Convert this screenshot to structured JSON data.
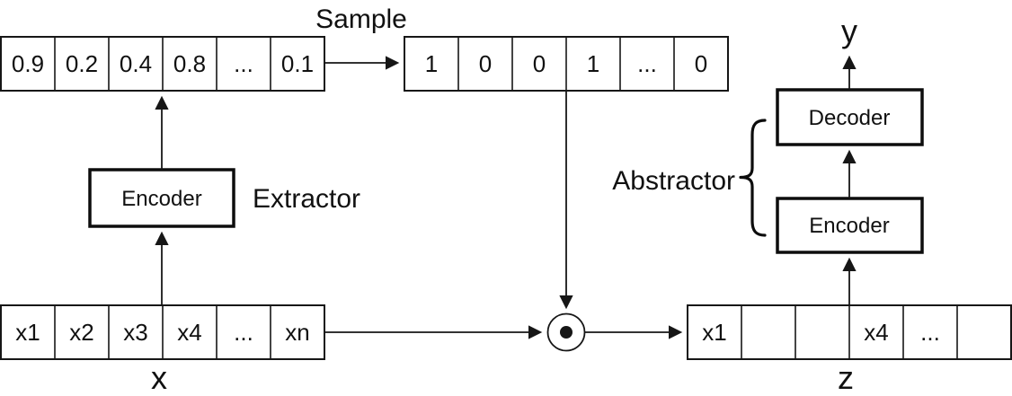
{
  "diagram": {
    "title_hint": "Feature selection / abstraction architecture diagram",
    "colors": {
      "background": "#ffffff",
      "stroke": "#161616",
      "text": "#111111"
    },
    "labels": {
      "sample": "Sample",
      "extractor": "Extractor",
      "abstractor": "Abstractor",
      "x_vector": "x",
      "z_vector": "z",
      "y_output": "y"
    },
    "boxes": {
      "extractor_encoder": "Encoder",
      "abstractor_encoder": "Encoder",
      "abstractor_decoder": "Decoder"
    },
    "operator": {
      "name": "element-wise product",
      "symbol": "⊙"
    },
    "rows": {
      "prob_row": {
        "cells": [
          "0.9",
          "0.2",
          "0.4",
          "0.8",
          "...",
          "0.1"
        ]
      },
      "mask_row": {
        "cells": [
          "1",
          "0",
          "0",
          "1",
          "...",
          "0"
        ]
      },
      "x_row": {
        "cells": [
          "x1",
          "x2",
          "x3",
          "x4",
          "...",
          "xn"
        ]
      },
      "z_row": {
        "cells": [
          "x1",
          "",
          "",
          "x4",
          "...",
          ""
        ]
      }
    }
  }
}
